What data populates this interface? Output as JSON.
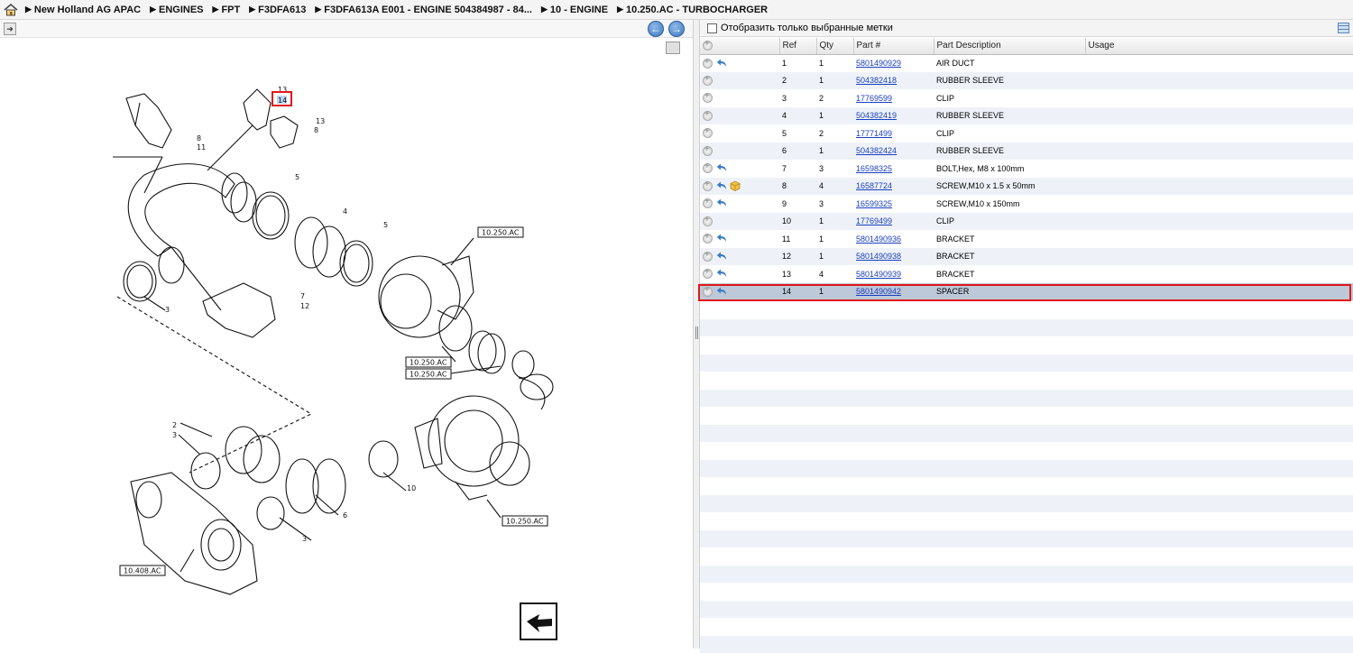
{
  "breadcrumb": [
    "New Holland AG APAC",
    "ENGINES",
    "FPT",
    "F3DFA613",
    "F3DFA613A E001 - ENGINE 504384987 - 84...",
    "10 - ENGINE",
    "10.250.AC - TURBOCHARGER"
  ],
  "filter": {
    "label": "Отобразить только выбранные метки"
  },
  "table": {
    "headers": {
      "ref": "Ref",
      "qty": "Qty",
      "part": "Part #",
      "desc": "Part Description",
      "usage": "Usage"
    },
    "rows": [
      {
        "ref": "1",
        "qty": "1",
        "part": "5801490929",
        "desc": "AIR DUCT",
        "back": true,
        "box": false
      },
      {
        "ref": "2",
        "qty": "1",
        "part": "504382418",
        "desc": "RUBBER SLEEVE",
        "back": false,
        "box": false
      },
      {
        "ref": "3",
        "qty": "2",
        "part": "17769599",
        "desc": "CLIP",
        "back": false,
        "box": false
      },
      {
        "ref": "4",
        "qty": "1",
        "part": "504382419",
        "desc": "RUBBER SLEEVE",
        "back": false,
        "box": false
      },
      {
        "ref": "5",
        "qty": "2",
        "part": "17771499",
        "desc": "CLIP",
        "back": false,
        "box": false
      },
      {
        "ref": "6",
        "qty": "1",
        "part": "504382424",
        "desc": "RUBBER SLEEVE",
        "back": false,
        "box": false
      },
      {
        "ref": "7",
        "qty": "3",
        "part": "16598325",
        "desc": "BOLT,Hex, M8 x 100mm",
        "back": true,
        "box": false
      },
      {
        "ref": "8",
        "qty": "4",
        "part": "16587724",
        "desc": "SCREW,M10 x 1.5 x 50mm",
        "back": true,
        "box": true
      },
      {
        "ref": "9",
        "qty": "3",
        "part": "16599325",
        "desc": "SCREW,M10 x 150mm",
        "back": true,
        "box": false
      },
      {
        "ref": "10",
        "qty": "1",
        "part": "17769499",
        "desc": "CLIP",
        "back": false,
        "box": false
      },
      {
        "ref": "11",
        "qty": "1",
        "part": "5801490936",
        "desc": "BRACKET",
        "back": true,
        "box": false
      },
      {
        "ref": "12",
        "qty": "1",
        "part": "5801490938",
        "desc": "BRACKET",
        "back": true,
        "box": false
      },
      {
        "ref": "13",
        "qty": "4",
        "part": "5801490939",
        "desc": "BRACKET",
        "back": true,
        "box": false
      },
      {
        "ref": "14",
        "qty": "1",
        "part": "5801490942",
        "desc": "SPACER",
        "back": true,
        "box": false,
        "selected": true
      }
    ]
  },
  "diagram": {
    "callouts": [
      "13",
      "14",
      "13",
      "8",
      "8",
      "11",
      "5",
      "4",
      "5",
      "7",
      "12",
      "3",
      "2",
      "3",
      "6",
      "3",
      "10"
    ],
    "refs": [
      "10.250.AC",
      "10.250.AC",
      "10.250.AC",
      "10.250.AC",
      "10.408.AC"
    ]
  },
  "colors": {
    "link": "#1a3fc0",
    "highlight": "#e01818",
    "selected_row": "#bdc9d8",
    "alt_row": "#eef2f8"
  }
}
